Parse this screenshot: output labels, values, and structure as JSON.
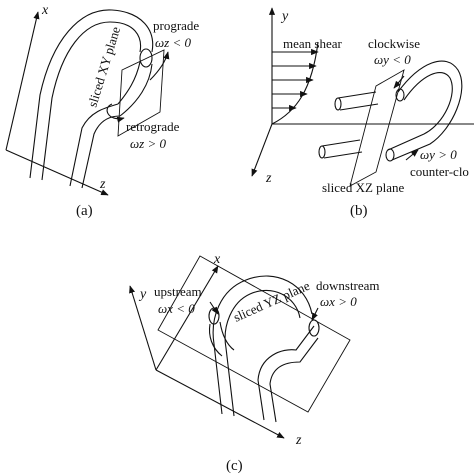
{
  "panel_a": {
    "axis_x": "x",
    "axis_z": "z",
    "plane_label": "sliced XY plane",
    "prograde_label": "prograde",
    "prograde_omega": "ωz < 0",
    "retrograde_label": "retrograde",
    "retrograde_omega": "ωz > 0",
    "caption": "(a)"
  },
  "panel_b": {
    "axis_y": "y",
    "axis_z": "z",
    "mean_shear_label": "mean shear",
    "clockwise_label": "clockwise",
    "clockwise_omega": "ωy < 0",
    "counter_label": "counter-clo",
    "counter_omega": "ωy > 0",
    "plane_label": "sliced XZ plane",
    "caption": "(b)"
  },
  "panel_c": {
    "axis_x": "x",
    "axis_y": "y",
    "axis_z": "z",
    "upstream_label": "upstream",
    "upstream_omega": "ωx < 0",
    "downstream_label": "downstream",
    "downstream_omega": "ωx > 0",
    "plane_label": "sliced YZ plane",
    "caption": "(c)"
  }
}
